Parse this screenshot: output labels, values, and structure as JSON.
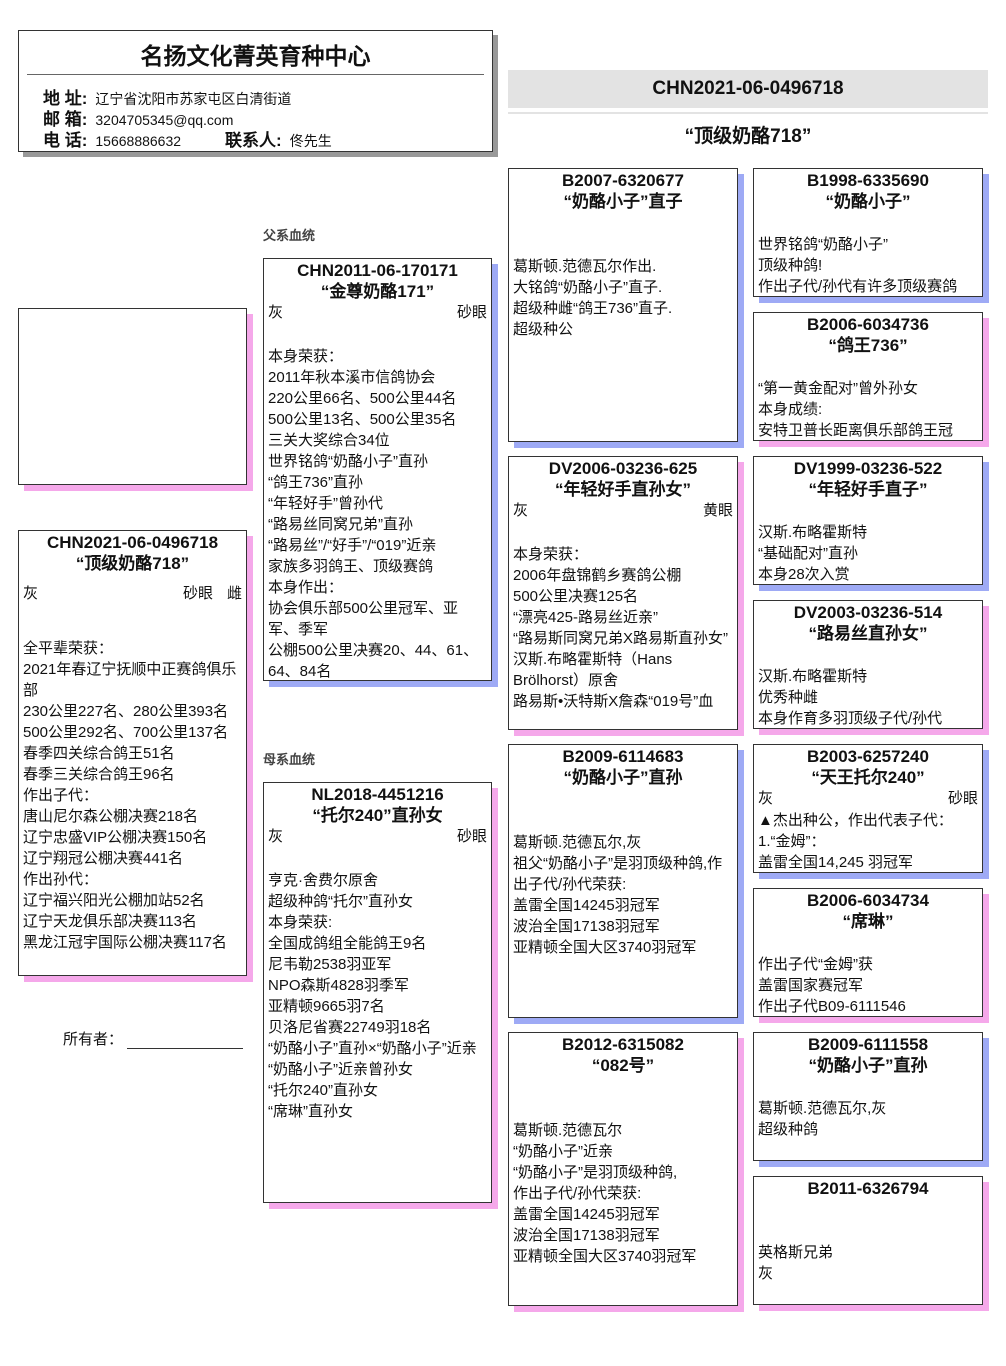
{
  "header": {
    "title": "名扬文化菁英育种中心",
    "address_label": "地 址:",
    "address": "辽宁省沈阳市苏家屯区白清街道",
    "email_label": "邮 箱:",
    "email": "3204705345@qq.com",
    "phone_label": "电 话:",
    "phone": "15668886632",
    "contact_label": "联系人:",
    "contact": "佟先生"
  },
  "subject_banner": {
    "ring": "CHN2021-06-0496718",
    "name": "“顶级奶酪718”"
  },
  "sections": {
    "sire_label": "父系血统",
    "dam_label": "母系血统"
  },
  "owner": {
    "label": "所有者："
  },
  "colors": {
    "male_shadow": "#9eaaf5",
    "female_shadow": "#f5a8ea"
  },
  "cards": [
    {
      "id": "subject",
      "ring": "CHN2021-06-0496718",
      "name": "“顶级奶酪718”",
      "color": "灰",
      "eye": "砂眼",
      "sex": "雌",
      "lines": [
        "全平辈荣获：",
        "2021年春辽宁抚顺中正赛鸽俱乐部",
        "230公里227名、280公里393名",
        "500公里292名、700公里137名",
        "春季四关综合鸽王51名",
        "春季三关综合鸽王96名",
        "作出子代：",
        "唐山尼尔森公棚决赛218名",
        "辽宁忠盛VIP公棚决赛150名",
        "辽宁翔冠公棚决赛441名",
        "作出孙代：",
        "辽宁福兴阳光公棚加站52名",
        "辽宁天龙俱乐部决赛113名",
        "黑龙江冠宇国际公棚决赛117名"
      ]
    },
    {
      "id": "sire",
      "ring": "CHN2011-06-170171",
      "name": "“金尊奶酪171”",
      "color": "灰",
      "eye": "砂眼",
      "lines": [
        "本身荣获：",
        "2011年秋本溪市信鸽协会",
        "220公里66名、500公里44名",
        "500公里13名、500公里35名",
        "三关大奖综合34位",
        "世界铭鸽“奶酪小子”直孙",
        "“鸽王736”直孙",
        "“年轻好手”曾孙代",
        "“路易丝同窝兄弟”直孙",
        "“路易丝”/“好手”/“019”近亲",
        "家族多羽鸽王、顶级赛鸽",
        "本身作出：",
        "协会俱乐部500公里冠军、亚军、季军",
        "公棚500公里决赛20、44、61、64、84名"
      ]
    },
    {
      "id": "dam",
      "ring": "NL2018-4451216",
      "name": "“托尔240”直孙女",
      "color": "灰",
      "eye": "砂眼",
      "lines": [
        "亨克·舍费尔原舍",
        "超级种鸽“托尔”直孙女",
        "本身荣获:",
        "全国成鸽组全能鸽王9名",
        "尼韦勒2538羽亚军",
        "NPO森斯4828羽季军",
        "亚精顿9665羽7名",
        "贝洛尼省赛22749羽18名",
        "“奶酪小子”直孙×“奶酪小子”近亲",
        "“奶酪小子”近亲曾孙女",
        "“托尔240”直孙女",
        "“席琳”直孙女"
      ]
    },
    {
      "id": "ss",
      "ring": "B2007-6320677",
      "name": "“奶酪小子”直子",
      "lines": [
        "葛斯顿.范德瓦尔作出.",
        "大铭鸽“奶酪小子”直子.",
        "超级种雌“鸽王736”直子.",
        "超级种公"
      ]
    },
    {
      "id": "sss",
      "ring": "B1998-6335690",
      "name": "“奶酪小子”",
      "lines": [
        "世界铭鸽“奶酪小子”",
        "顶级种鸽!",
        "作出子代/孙代有许多顶级赛鸽"
      ]
    },
    {
      "id": "ssd",
      "ring": "B2006-6034736",
      "name": "“鸽王736”",
      "lines": [
        "“第一黄金配对”曾外孙女",
        "本身成绩:",
        "安特卫普长距离俱乐部鸽王冠"
      ]
    },
    {
      "id": "sd",
      "ring": "DV2006-03236-625",
      "name": "“年轻好手直孙女”",
      "color": "灰",
      "eye": "黄眼",
      "lines": [
        "本身荣获：",
        "2006年盘锦鹤乡赛鸽公棚",
        "500公里决赛125名",
        "“漂亮425-路易丝近亲”",
        "“路易斯同窝兄弟X路易斯直孙女”",
        "汉斯.布略霍斯特（Hans Brölhorst）原舍",
        "路易斯•沃特斯X詹森“019号”血"
      ]
    },
    {
      "id": "sds",
      "ring": "DV1999-03236-522",
      "name": "“年轻好手直子”",
      "lines": [
        "汉斯.布略霍斯特",
        "“基础配对”直孙",
        "本身28次入赏"
      ]
    },
    {
      "id": "sdd",
      "ring": "DV2003-03236-514",
      "name": "“路易丝直孙女”",
      "lines": [
        "汉斯.布略霍斯特",
        "优秀种雌",
        "本身作育多羽顶级子代/孙代"
      ]
    },
    {
      "id": "ds",
      "ring": "B2009-6114683",
      "name": "“奶酪小子”直孙",
      "lines": [
        "葛斯顿.范德瓦尔,灰",
        "祖父“奶酪小子”是羽顶级种鸽,作出子代/孙代荣获:",
        "盖雷全国14245羽冠军",
        "波治全国17138羽冠军",
        "亚精顿全国大区3740羽冠军"
      ]
    },
    {
      "id": "dss",
      "ring": "B2003-6257240",
      "name": "“天王托尔240”",
      "color": "灰",
      "eye": "砂眼",
      "lines": [
        "▲杰出种公，作出代表子代：",
        "1.“金姆”：",
        "盖雷全国14,245 羽冠军"
      ]
    },
    {
      "id": "dsd",
      "ring": "B2006-6034734",
      "name": "“席琳”",
      "lines": [
        "作出子代“金姆”获",
        "盖雷国家赛冠军",
        "作出子代B09-6111546"
      ]
    },
    {
      "id": "dd",
      "ring": "B2012-6315082",
      "name": "“082号”",
      "lines": [
        "葛斯顿.范德瓦尔",
        "“奶酪小子”近亲",
        "“奶酪小子”是羽顶级种鸽,",
        "作出子代/孙代荣获:",
        "盖雷全国14245羽冠军",
        "波治全国17138羽冠军",
        "亚精顿全国大区3740羽冠军"
      ]
    },
    {
      "id": "dds",
      "ring": "B2009-6111558",
      "name": "“奶酪小子”直孙",
      "lines": [
        "葛斯顿.范德瓦尔,灰",
        "超级种鸽"
      ]
    },
    {
      "id": "ddd",
      "ring": "B2011-6326794",
      "lines": [
        "英格斯兄弟",
        "灰"
      ]
    }
  ]
}
